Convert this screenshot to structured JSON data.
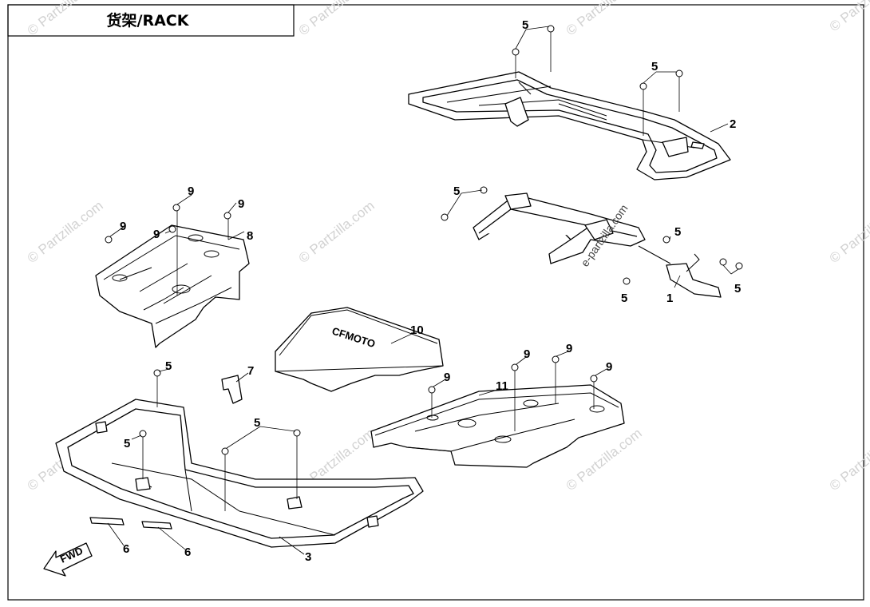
{
  "title": "货架/RACK",
  "watermark": "© Partzilla.com",
  "watermark_center": "e-partzilla.com",
  "fwd_label": "FWD",
  "logo_text": "CFMOTO",
  "callouts": {
    "c1": "1",
    "c2": "2",
    "c3": "3",
    "c6a": "6",
    "c6b": "6",
    "c7": "7",
    "c8": "8",
    "c10": "10",
    "c11": "11",
    "c5_top": "5",
    "c5_top2": "5",
    "c5_mid": "5",
    "c5_r1": "5",
    "c5_r2": "5",
    "c5_r3": "5",
    "c5_fl": "5",
    "c5_fl2": "5",
    "c5_fc": "5",
    "c9_a": "9",
    "c9_b": "9",
    "c9_c": "9",
    "c9_d": "9",
    "c9_e": "9",
    "c9_f": "9",
    "c9_g": "9",
    "c9_h": "9"
  }
}
